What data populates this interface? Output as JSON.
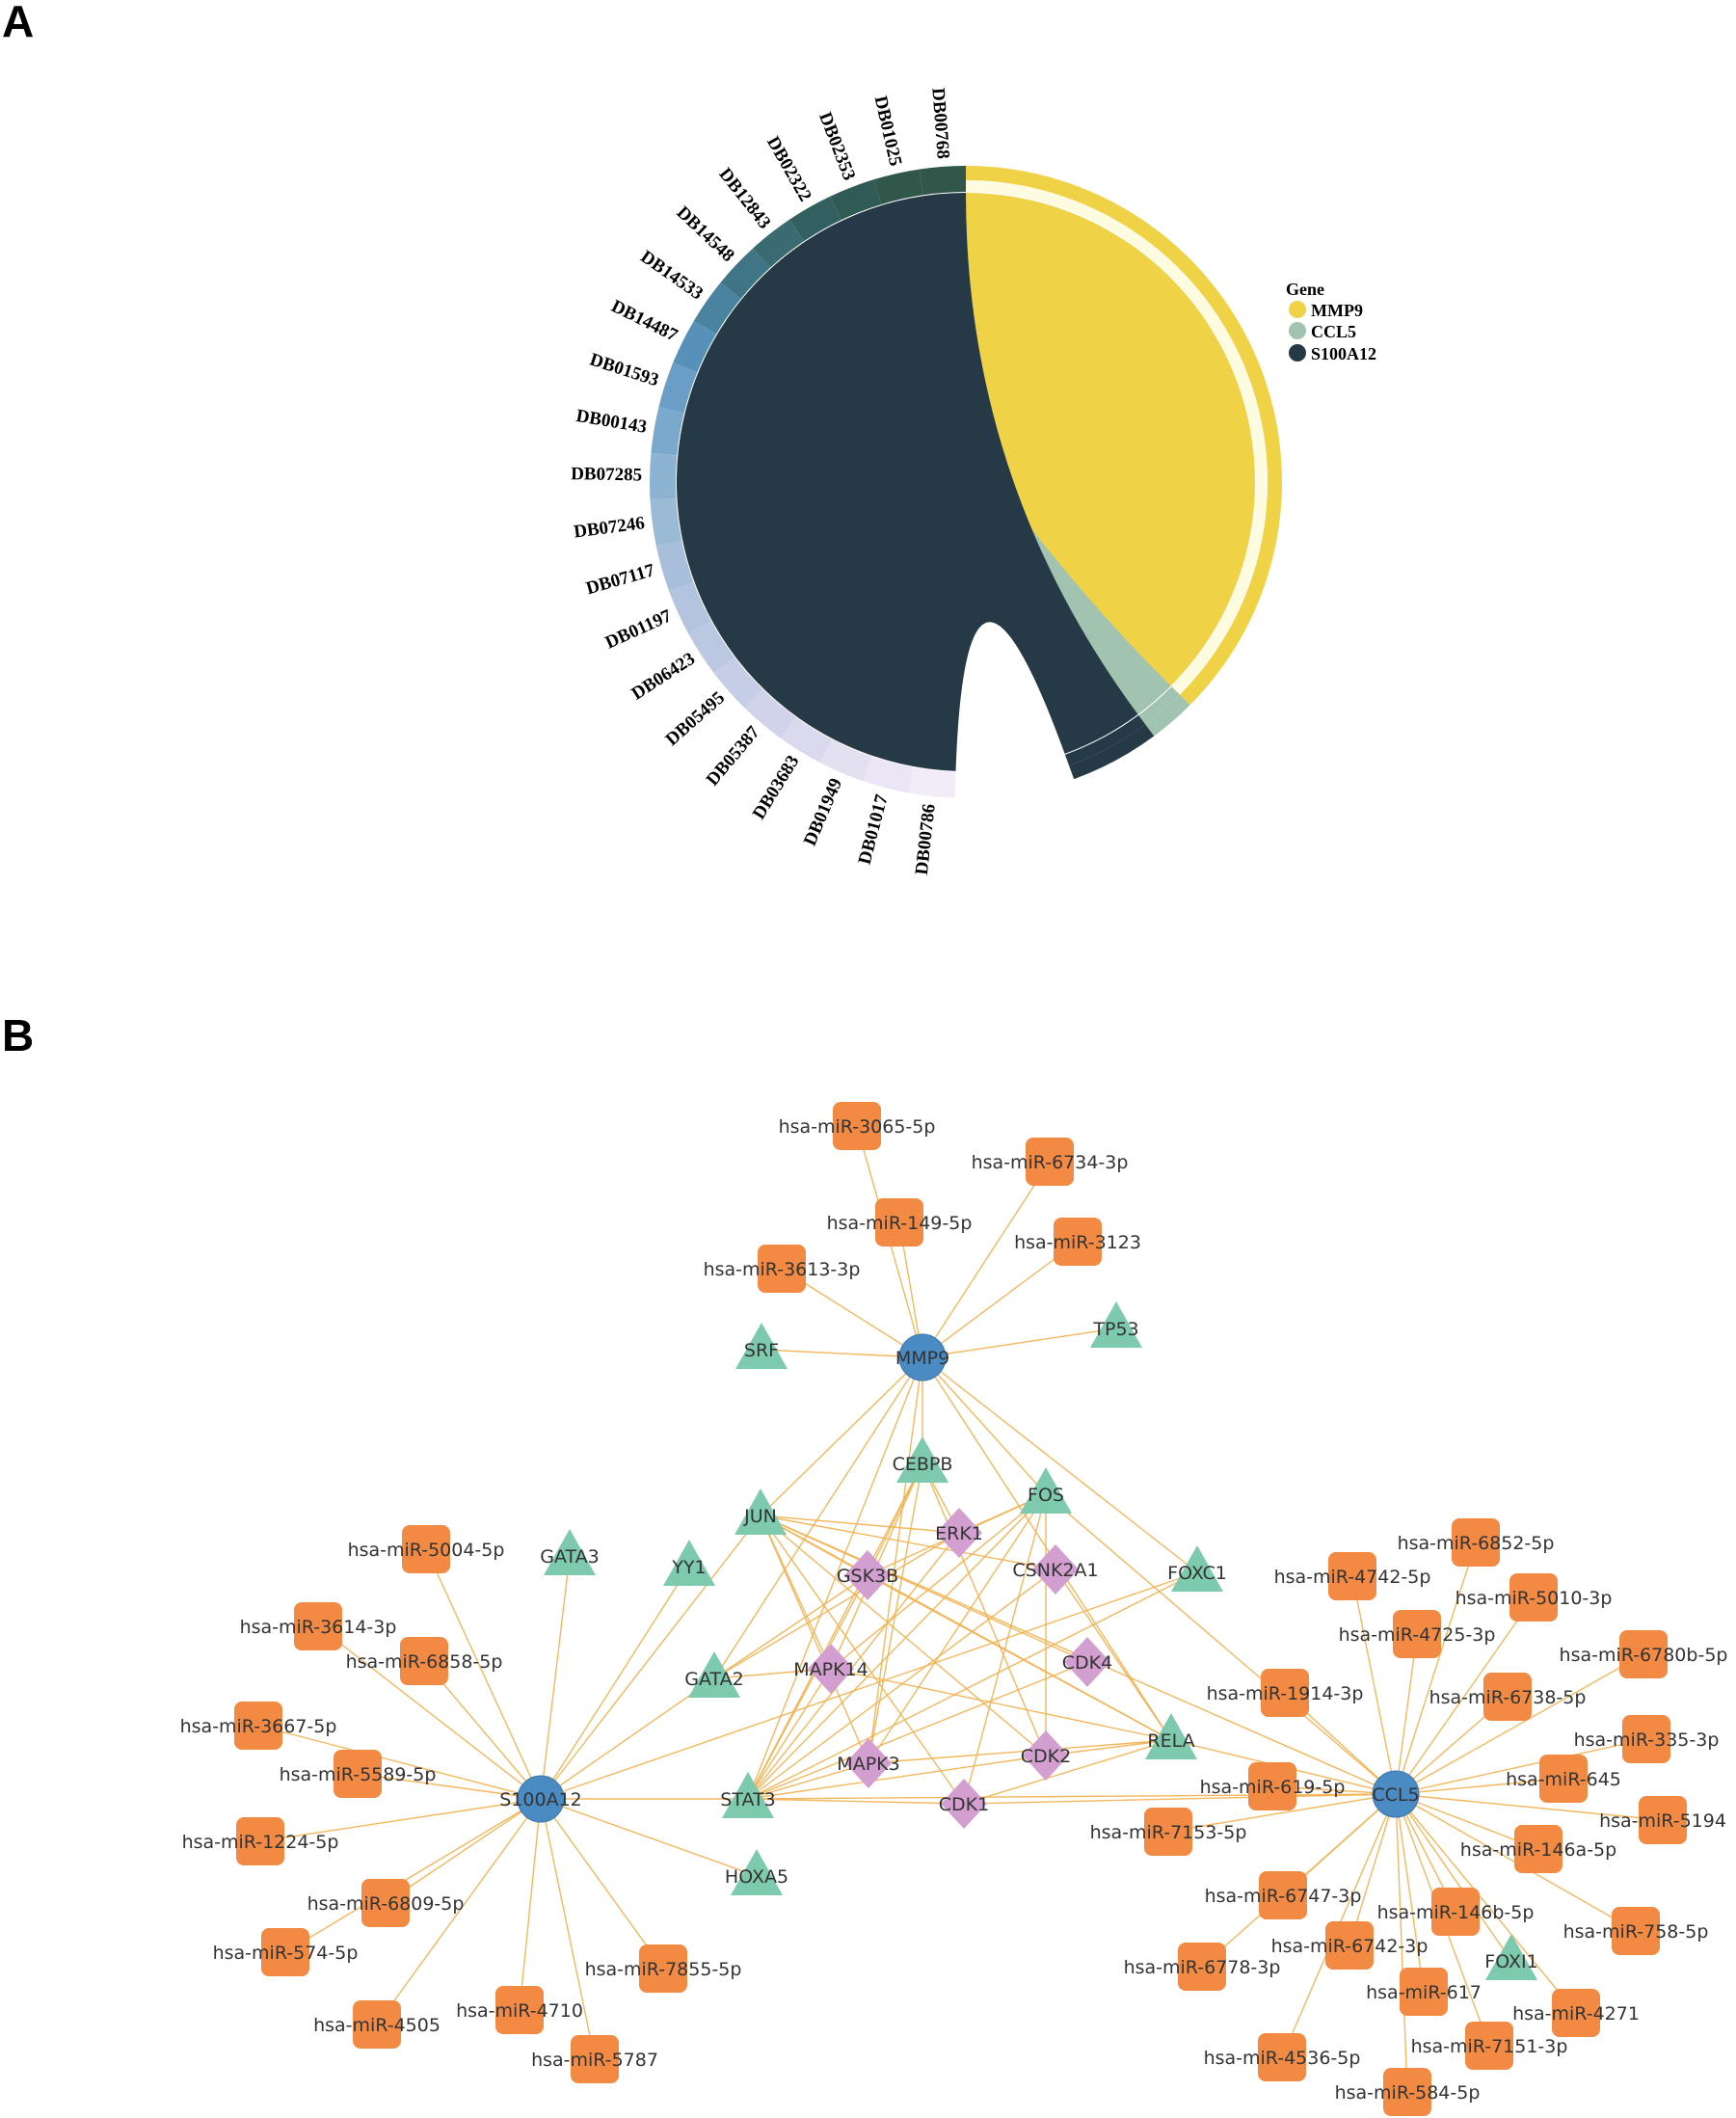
{
  "panels": {
    "a": "A",
    "b": "B"
  },
  "legend": {
    "title": "Gene",
    "items": [
      {
        "label": "MMP9",
        "color": "#f0d247"
      },
      {
        "label": "CCL5",
        "color": "#a2c3b0"
      },
      {
        "label": "S100A12",
        "color": "#263946"
      }
    ]
  },
  "chord": {
    "drugs": [
      {
        "label": "DB00768",
        "color": "#30574a",
        "gene": "S100A12"
      },
      {
        "label": "DB01025",
        "color": "#30574a",
        "gene": "S100A12"
      },
      {
        "label": "DB02353",
        "color": "#305a55",
        "gene": "S100A12"
      },
      {
        "label": "DB02322",
        "color": "#345f60",
        "gene": "CCL5"
      },
      {
        "label": "DB12843",
        "color": "#3a6a72",
        "gene": "MMP9"
      },
      {
        "label": "DB14548",
        "color": "#407585",
        "gene": "MMP9"
      },
      {
        "label": "DB14533",
        "color": "#4a83a0",
        "gene": "MMP9"
      },
      {
        "label": "DB14487",
        "color": "#5790b8",
        "gene": "MMP9"
      },
      {
        "label": "DB01593",
        "color": "#6a9ec6",
        "gene": "MMP9"
      },
      {
        "label": "DB00143",
        "color": "#7ba9cd",
        "gene": "MMP9"
      },
      {
        "label": "DB07285",
        "color": "#8cb3d2",
        "gene": "MMP9"
      },
      {
        "label": "DB07246",
        "color": "#9bbad6",
        "gene": "MMP9"
      },
      {
        "label": "DB07117",
        "color": "#a7bfda",
        "gene": "MMP9"
      },
      {
        "label": "DB01197",
        "color": "#b2c4de",
        "gene": "MMP9"
      },
      {
        "label": "DB06423",
        "color": "#bcc8e2",
        "gene": "MMP9"
      },
      {
        "label": "DB05495",
        "color": "#c6cde6",
        "gene": "MMP9"
      },
      {
        "label": "DB05387",
        "color": "#d0d3ea",
        "gene": "MMP9"
      },
      {
        "label": "DB03683",
        "color": "#dad9ee",
        "gene": "MMP9"
      },
      {
        "label": "DB01949",
        "color": "#e3e0f2",
        "gene": "MMP9"
      },
      {
        "label": "DB01017",
        "color": "#ebe6f5",
        "gene": "S100A12"
      },
      {
        "label": "DB00786",
        "color": "#f2ecf8",
        "gene": "S100A12"
      }
    ],
    "gene_segments": [
      {
        "gene": "MMP9",
        "share": 0.734
      },
      {
        "gene": "CCL5",
        "share": 0.047
      },
      {
        "gene": "S100A12",
        "share": 0.09
      }
    ]
  },
  "network": {
    "types": {
      "gene": {
        "color": "#4a8bc4",
        "shape": "circle"
      },
      "mirna": {
        "color": "#f28a44",
        "shape": "rounded-square"
      },
      "tf": {
        "color": "#7ecaae",
        "shape": "triangle"
      },
      "kinase": {
        "color": "#d39fd0",
        "shape": "diamond"
      }
    },
    "edge_color": "#f2b04c",
    "nodes": [
      {
        "id": "MMP9",
        "label": "MMP9",
        "type": "gene"
      },
      {
        "id": "S100A12",
        "label": "S100A12",
        "type": "gene"
      },
      {
        "id": "CCL5",
        "label": "CCL5",
        "type": "gene"
      },
      {
        "id": "m3065",
        "label": "hsa-miR-3065-5p",
        "type": "mirna"
      },
      {
        "id": "m6734",
        "label": "hsa-miR-6734-3p",
        "type": "mirna"
      },
      {
        "id": "m149",
        "label": "hsa-miR-149-5p",
        "type": "mirna"
      },
      {
        "id": "m3123",
        "label": "hsa-miR-3123",
        "type": "mirna"
      },
      {
        "id": "m3613",
        "label": "hsa-miR-3613-3p",
        "type": "mirna"
      },
      {
        "id": "SRF",
        "label": "SRF",
        "type": "tf"
      },
      {
        "id": "TP53",
        "label": "TP53",
        "type": "tf"
      },
      {
        "id": "CEBPB",
        "label": "CEBPB",
        "type": "tf"
      },
      {
        "id": "FOS",
        "label": "FOS",
        "type": "tf"
      },
      {
        "id": "JUN",
        "label": "JUN",
        "type": "tf"
      },
      {
        "id": "GATA3",
        "label": "GATA3",
        "type": "tf"
      },
      {
        "id": "YY1",
        "label": "YY1",
        "type": "tf"
      },
      {
        "id": "FOXC1",
        "label": "FOXC1",
        "type": "tf"
      },
      {
        "id": "GATA2",
        "label": "GATA2",
        "type": "tf"
      },
      {
        "id": "RELA",
        "label": "RELA",
        "type": "tf"
      },
      {
        "id": "STAT3",
        "label": "STAT3",
        "type": "tf"
      },
      {
        "id": "HOXA5",
        "label": "HOXA5",
        "type": "tf"
      },
      {
        "id": "FOXI1",
        "label": "FOXI1",
        "type": "tf"
      },
      {
        "id": "ERK1",
        "label": "ERK1",
        "type": "kinase"
      },
      {
        "id": "GSK3B",
        "label": "GSK3B",
        "type": "kinase"
      },
      {
        "id": "CSNK2A1",
        "label": "CSNK2A1",
        "type": "kinase"
      },
      {
        "id": "MAPK14",
        "label": "MAPK14",
        "type": "kinase"
      },
      {
        "id": "CDK4",
        "label": "CDK4",
        "type": "kinase"
      },
      {
        "id": "MAPK3",
        "label": "MAPK3",
        "type": "kinase"
      },
      {
        "id": "CDK2",
        "label": "CDK2",
        "type": "kinase"
      },
      {
        "id": "CDK1",
        "label": "CDK1",
        "type": "kinase"
      },
      {
        "id": "m5004",
        "label": "hsa-miR-5004-5p",
        "type": "mirna"
      },
      {
        "id": "m3614",
        "label": "hsa-miR-3614-3p",
        "type": "mirna"
      },
      {
        "id": "m6858",
        "label": "hsa-miR-6858-5p",
        "type": "mirna"
      },
      {
        "id": "m3667",
        "label": "hsa-miR-3667-5p",
        "type": "mirna"
      },
      {
        "id": "m5589",
        "label": "hsa-miR-5589-5p",
        "type": "mirna"
      },
      {
        "id": "m1224",
        "label": "hsa-miR-1224-5p",
        "type": "mirna"
      },
      {
        "id": "m6809",
        "label": "hsa-miR-6809-5p",
        "type": "mirna"
      },
      {
        "id": "m574",
        "label": "hsa-miR-574-5p",
        "type": "mirna"
      },
      {
        "id": "m7855",
        "label": "hsa-miR-7855-5p",
        "type": "mirna"
      },
      {
        "id": "m4710",
        "label": "hsa-miR-4710",
        "type": "mirna"
      },
      {
        "id": "m4505",
        "label": "hsa-miR-4505",
        "type": "mirna"
      },
      {
        "id": "m5787",
        "label": "hsa-miR-5787",
        "type": "mirna"
      },
      {
        "id": "m6852",
        "label": "hsa-miR-6852-5p",
        "type": "mirna"
      },
      {
        "id": "m4742",
        "label": "hsa-miR-4742-5p",
        "type": "mirna"
      },
      {
        "id": "m5010",
        "label": "hsa-miR-5010-3p",
        "type": "mirna"
      },
      {
        "id": "m4725",
        "label": "hsa-miR-4725-3p",
        "type": "mirna"
      },
      {
        "id": "m6780b",
        "label": "hsa-miR-6780b-5p",
        "type": "mirna"
      },
      {
        "id": "m1914",
        "label": "hsa-miR-1914-3p",
        "type": "mirna"
      },
      {
        "id": "m6738",
        "label": "hsa-miR-6738-5p",
        "type": "mirna"
      },
      {
        "id": "m335",
        "label": "hsa-miR-335-3p",
        "type": "mirna"
      },
      {
        "id": "m619",
        "label": "hsa-miR-619-5p",
        "type": "mirna"
      },
      {
        "id": "m645",
        "label": "hsa-miR-645",
        "type": "mirna"
      },
      {
        "id": "m5194",
        "label": "hsa-miR-5194",
        "type": "mirna"
      },
      {
        "id": "m7153",
        "label": "hsa-miR-7153-5p",
        "type": "mirna"
      },
      {
        "id": "m146a",
        "label": "hsa-miR-146a-5p",
        "type": "mirna"
      },
      {
        "id": "m6747",
        "label": "hsa-miR-6747-3p",
        "type": "mirna"
      },
      {
        "id": "m146b",
        "label": "hsa-miR-146b-5p",
        "type": "mirna"
      },
      {
        "id": "m758",
        "label": "hsa-miR-758-5p",
        "type": "mirna"
      },
      {
        "id": "m6742",
        "label": "hsa-miR-6742-3p",
        "type": "mirna"
      },
      {
        "id": "m6778",
        "label": "hsa-miR-6778-3p",
        "type": "mirna"
      },
      {
        "id": "m617",
        "label": "hsa-miR-617",
        "type": "mirna"
      },
      {
        "id": "m4271",
        "label": "hsa-miR-4271",
        "type": "mirna"
      },
      {
        "id": "m4536",
        "label": "hsa-miR-4536-5p",
        "type": "mirna"
      },
      {
        "id": "m7151",
        "label": "hsa-miR-7151-3p",
        "type": "mirna"
      },
      {
        "id": "m584",
        "label": "hsa-miR-584-5p",
        "type": "mirna"
      }
    ],
    "edges": [
      [
        "MMP9",
        "m3065"
      ],
      [
        "MMP9",
        "m6734"
      ],
      [
        "MMP9",
        "m149"
      ],
      [
        "MMP9",
        "m3123"
      ],
      [
        "MMP9",
        "m3613"
      ],
      [
        "MMP9",
        "SRF"
      ],
      [
        "MMP9",
        "TP53"
      ],
      [
        "MMP9",
        "CEBPB"
      ],
      [
        "MMP9",
        "FOS"
      ],
      [
        "MMP9",
        "JUN"
      ],
      [
        "MMP9",
        "FOXC1"
      ],
      [
        "MMP9",
        "STAT3"
      ],
      [
        "MMP9",
        "GATA2"
      ],
      [
        "MMP9",
        "RELA"
      ],
      [
        "MMP9",
        "MAPK3"
      ],
      [
        "S100A12",
        "m5004"
      ],
      [
        "S100A12",
        "m3614"
      ],
      [
        "S100A12",
        "m6858"
      ],
      [
        "S100A12",
        "m3667"
      ],
      [
        "S100A12",
        "m5589"
      ],
      [
        "S100A12",
        "m1224"
      ],
      [
        "S100A12",
        "m6809"
      ],
      [
        "S100A12",
        "m574"
      ],
      [
        "S100A12",
        "m7855"
      ],
      [
        "S100A12",
        "m4710"
      ],
      [
        "S100A12",
        "m4505"
      ],
      [
        "S100A12",
        "m5787"
      ],
      [
        "S100A12",
        "GATA3"
      ],
      [
        "S100A12",
        "YY1"
      ],
      [
        "S100A12",
        "GATA2"
      ],
      [
        "S100A12",
        "STAT3"
      ],
      [
        "S100A12",
        "HOXA5"
      ],
      [
        "S100A12",
        "JUN"
      ],
      [
        "S100A12",
        "FOXC1"
      ],
      [
        "CCL5",
        "m6852"
      ],
      [
        "CCL5",
        "m4742"
      ],
      [
        "CCL5",
        "m5010"
      ],
      [
        "CCL5",
        "m4725"
      ],
      [
        "CCL5",
        "m6780b"
      ],
      [
        "CCL5",
        "m1914"
      ],
      [
        "CCL5",
        "m6738"
      ],
      [
        "CCL5",
        "m335"
      ],
      [
        "CCL5",
        "m619"
      ],
      [
        "CCL5",
        "m645"
      ],
      [
        "CCL5",
        "m5194"
      ],
      [
        "CCL5",
        "m7153"
      ],
      [
        "CCL5",
        "m146a"
      ],
      [
        "CCL5",
        "m6747"
      ],
      [
        "CCL5",
        "m146b"
      ],
      [
        "CCL5",
        "m758"
      ],
      [
        "CCL5",
        "m6742"
      ],
      [
        "CCL5",
        "m6778"
      ],
      [
        "CCL5",
        "m617"
      ],
      [
        "CCL5",
        "m4271"
      ],
      [
        "CCL5",
        "m4536"
      ],
      [
        "CCL5",
        "m7151"
      ],
      [
        "CCL5",
        "m584"
      ],
      [
        "CCL5",
        "FOXI1"
      ],
      [
        "CCL5",
        "STAT3"
      ],
      [
        "CCL5",
        "RELA"
      ],
      [
        "CCL5",
        "FOS"
      ],
      [
        "CCL5",
        "JUN"
      ],
      [
        "CCL5",
        "CDK1"
      ],
      [
        "JUN",
        "ERK1"
      ],
      [
        "JUN",
        "GSK3B"
      ],
      [
        "JUN",
        "CSNK2A1"
      ],
      [
        "JUN",
        "MAPK14"
      ],
      [
        "JUN",
        "CDK4"
      ],
      [
        "JUN",
        "MAPK3"
      ],
      [
        "JUN",
        "CDK2"
      ],
      [
        "JUN",
        "CDK1"
      ],
      [
        "JUN",
        "RELA"
      ],
      [
        "FOS",
        "ERK1"
      ],
      [
        "FOS",
        "GSK3B"
      ],
      [
        "FOS",
        "MAPK14"
      ],
      [
        "FOS",
        "MAPK3"
      ],
      [
        "FOS",
        "CDK2"
      ],
      [
        "FOS",
        "CDK1"
      ],
      [
        "FOS",
        "STAT3"
      ],
      [
        "CEBPB",
        "ERK1"
      ],
      [
        "CEBPB",
        "GSK3B"
      ],
      [
        "CEBPB",
        "MAPK14"
      ],
      [
        "CEBPB",
        "MAPK3"
      ],
      [
        "CEBPB",
        "CDK2"
      ],
      [
        "CEBPB",
        "STAT3"
      ],
      [
        "STAT3",
        "ERK1"
      ],
      [
        "STAT3",
        "GSK3B"
      ],
      [
        "STAT3",
        "CSNK2A1"
      ],
      [
        "STAT3",
        "MAPK14"
      ],
      [
        "STAT3",
        "CDK4"
      ],
      [
        "STAT3",
        "MAPK3"
      ],
      [
        "STAT3",
        "CDK2"
      ],
      [
        "STAT3",
        "CDK1"
      ],
      [
        "STAT3",
        "FOXC1"
      ],
      [
        "RELA",
        "GSK3B"
      ],
      [
        "RELA",
        "CSNK2A1"
      ],
      [
        "RELA",
        "MAPK14"
      ],
      [
        "RELA",
        "MAPK3"
      ],
      [
        "RELA",
        "CDK2"
      ],
      [
        "RELA",
        "CDK1"
      ],
      [
        "GATA2",
        "MAPK14"
      ],
      [
        "GATA2",
        "GSK3B"
      ],
      [
        "GATA2",
        "ERK1"
      ]
    ]
  }
}
